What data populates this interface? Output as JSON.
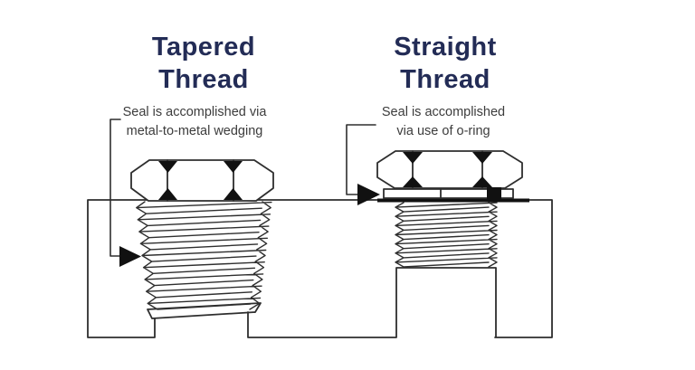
{
  "page": {
    "background_color": "#ffffff"
  },
  "diagram": {
    "colors": {
      "title_text": "#232c56",
      "annotation_text": "#3c3c3c",
      "line_art": "#2e2e2e",
      "solid_black": "#111111",
      "fill": "#ffffff"
    },
    "tapered": {
      "title_line1": "Tapered",
      "title_line2": "Thread",
      "annotation_line1": "Seal is accomplished via",
      "annotation_line2": "metal-to-metal wedging"
    },
    "straight": {
      "title_line1": "Straight",
      "title_line2": "Thread",
      "annotation_line1": "Seal is accomplished",
      "annotation_line2": "via use of o-ring"
    }
  }
}
